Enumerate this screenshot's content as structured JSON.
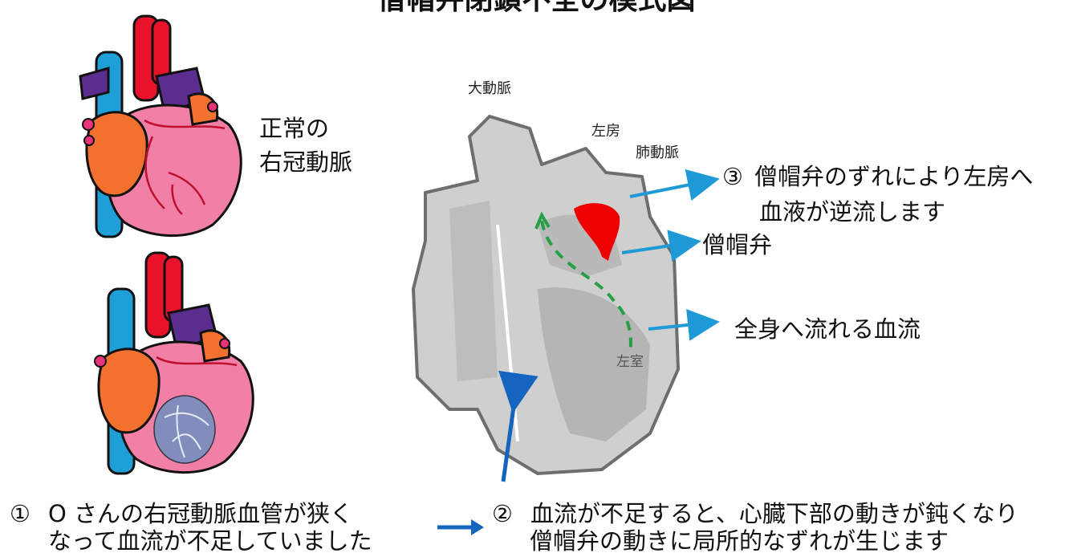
{
  "title": "僧帽弁閉鎖不全の模式図",
  "normal_caption": {
    "line1": "正常の",
    "line2": "右冠動脈"
  },
  "anatomy": {
    "aorta": "大動脈",
    "left_atrium": "左房",
    "pulmonary_artery": "肺動脈",
    "left_ventricle": "左室"
  },
  "annotations": {
    "regurgitation": {
      "marker": "③",
      "line1": "僧帽弁のずれにより左房へ",
      "line2": "血液が逆流します"
    },
    "mitral_valve": "僧帽弁",
    "systemic_flow": "全身へ流れる血流"
  },
  "steps": [
    {
      "marker": "①",
      "line1": "O さんの右冠動脈血管が狭く",
      "line2": "なって血流が不足していました"
    },
    {
      "marker": "②",
      "line1": "血流が不足すると、心臓下部の動きが鈍くなり",
      "line2": "僧帽弁の動きに局所的なずれが生じます"
    }
  ],
  "colors": {
    "heart_body": "#f17fa6",
    "aorta_red": "#e8132b",
    "vena_blue": "#1e9fd8",
    "pulmonary_purple": "#5b2d8e",
    "atrium_orange": "#f2712f",
    "ischemia_blue": "#6f8fc0",
    "diagram_gray": "#cfcfcf",
    "arrow_blue": "#1f9ad6",
    "flow_green": "#26a047",
    "regurgitation_red": "#ee0000",
    "step_arrow": "#1565c0"
  }
}
